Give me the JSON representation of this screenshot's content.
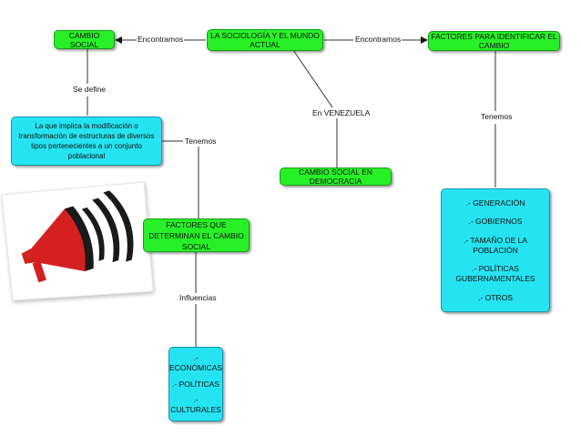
{
  "nodes": {
    "main_topic": "LA SOCIOLOGÍA Y EL MUNDO ACTUAL",
    "cambio_social": "CAMBIO SOCIAL",
    "factores_identificar": "FACTORES PARA IDENTIFICAR EL CAMBIO",
    "definicion": "La que implica la modificación o transformación de estructuras de diversos tipos pertenecientes a un conjunto poblacional",
    "democracia": "CAMBIO SOCIAL EN DEMOCRACIA",
    "factores_determinan": "FACTORES QUE DETERMINAN EL CAMBIO SOCIAL"
  },
  "lists": {
    "identificar": [
      ".- GENERACIÓN",
      ".- GOBIERNOS",
      ".- TAMAÑO DE LA POBLACIÓN",
      ".- POLÍTICAS GUBERNAMENTALES",
      ".- OTROS"
    ],
    "influencias": [
      ".- ECONÓMICAS",
      ".- POLÍTICAS",
      ".- CULTURALES"
    ]
  },
  "links": {
    "encontramos_left": "Encontramos",
    "encontramos_right": "Encontramos",
    "se_define": "Se define",
    "tenemos_left": "Tenemos",
    "en_venezuela": "En VENEZUELA",
    "tenemos_right": "Tenemos",
    "influencias": "Influencias"
  },
  "colors": {
    "concept_green": "#27f027",
    "concept_cyan": "#26e3f2",
    "line": "#333333",
    "megaphone_red": "#d42020"
  },
  "icons": {
    "illustration": "megaphone-icon"
  }
}
